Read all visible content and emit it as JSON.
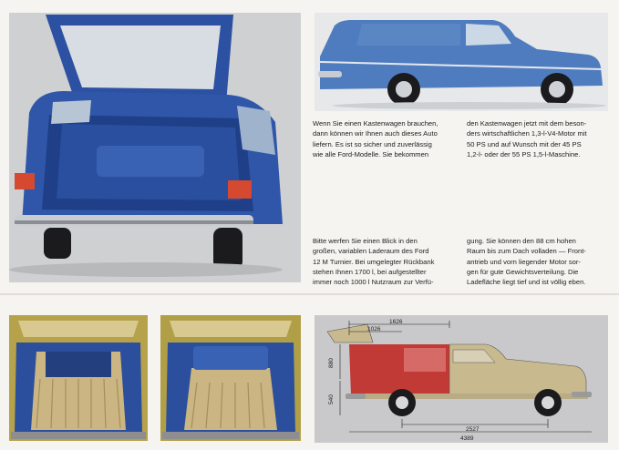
{
  "text": {
    "col1_lines": [
      "Wenn Sie einen Kastenwagen brauchen,",
      "dann können wir Ihnen auch dieses Auto",
      "liefern. Es ist so sicher und zuverlässig",
      "wie alle Ford-Modelle. Sie bekommen"
    ],
    "col2_lines": [
      "den Kastenwagen jetzt mit dem beson-",
      "ders wirtschaftlichen 1,3-l-V4-Motor mit",
      "50 PS und auf Wunsch mit der 45 PS",
      "1,2-l- oder der 55 PS 1,5-l-Maschine."
    ],
    "col3_lines": [
      "Bitte werfen Sie einen Blick in den",
      "großen, variablen Laderaum des Ford",
      "12 M Turnier. Bei umgelegter Rückbank",
      "stehen Ihnen 1700 l, bei aufgestellter",
      "immer noch 1000 l Nutzraum zur Verfü-"
    ],
    "col4_lines": [
      "gung. Sie können den 88 cm hohen",
      "Raum bis zum Dach volladen — Front-",
      "antrieb und vorn liegender Motor sor-",
      "gen für gute Gewichtsverteilung. Die",
      "Ladefläche liegt tief und ist völlig eben."
    ]
  },
  "diagram": {
    "dim_top_long": "1626",
    "dim_top_short": "1026",
    "dim_height_cargo": "880",
    "dim_height_floor": "540",
    "dim_wheelbase": "2527",
    "dim_length": "4389"
  },
  "colors": {
    "car_blue": "#2f56a8",
    "van_blue": "#4f7cbf",
    "interior_tan": "#c9b37a",
    "diagram_red": "#c23a35",
    "diagram_beige": "#c8b98e"
  }
}
